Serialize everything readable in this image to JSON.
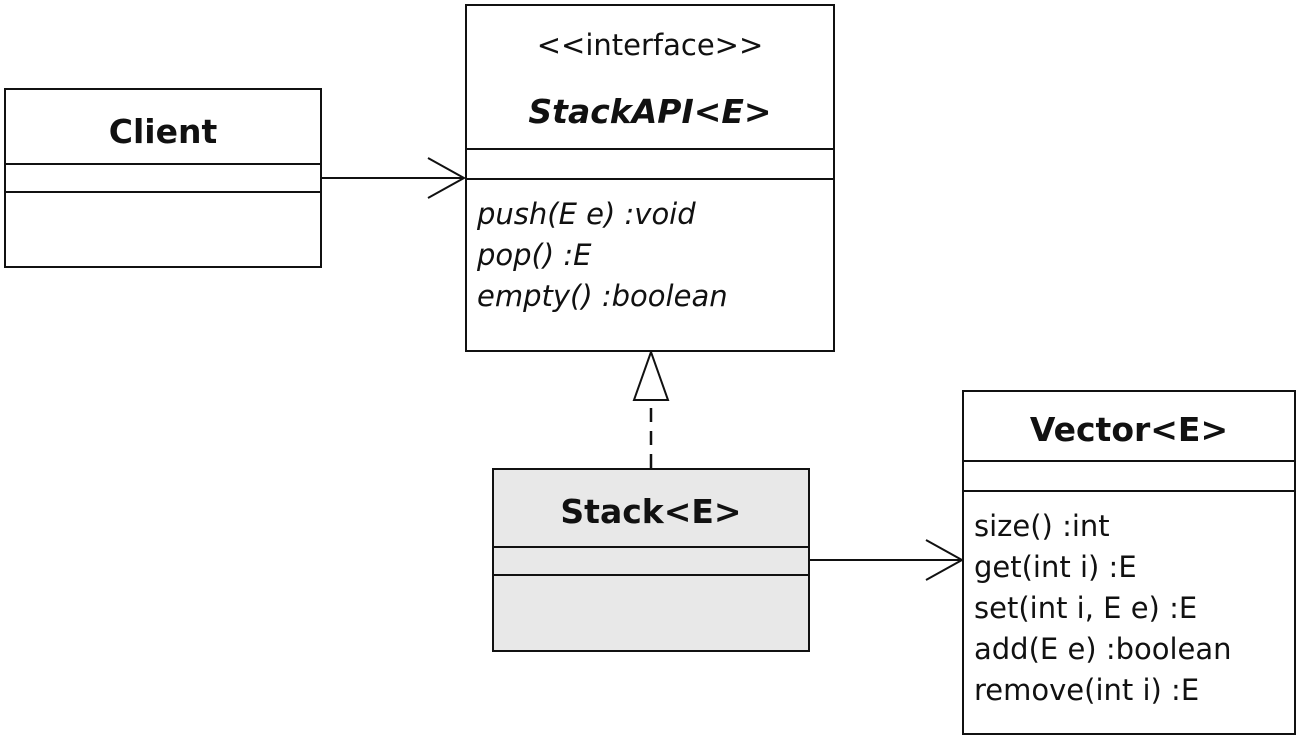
{
  "classes": {
    "client": {
      "name": "Client"
    },
    "stack_api": {
      "stereotype": "<<interface>>",
      "name": "StackAPI<E>",
      "operations": [
        "push(E e) :void",
        "pop() :E",
        "empty() :boolean"
      ]
    },
    "stack": {
      "name": "Stack<E>"
    },
    "vector": {
      "name": "Vector<E>",
      "operations": [
        "size() :int",
        "get(int i) :E",
        "set(int i, E e) :E",
        "add(E e) :boolean",
        "remove(int i) :E"
      ]
    }
  },
  "relationships": [
    {
      "from": "Client",
      "to": "StackAPI<E>",
      "type": "association"
    },
    {
      "from": "Stack<E>",
      "to": "StackAPI<E>",
      "type": "realization"
    },
    {
      "from": "Stack<E>",
      "to": "Vector<E>",
      "type": "association"
    }
  ],
  "colors": {
    "line": "#111111",
    "shaded_fill": "#e8e8e8",
    "fill": "#ffffff"
  }
}
